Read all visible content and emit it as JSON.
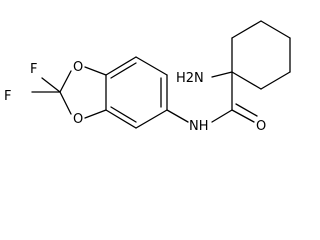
{
  "molecule": {
    "atoms": {
      "amine": "H2N",
      "amide_nitrogen": "NH",
      "carbonyl_oxygen": "O",
      "ring_oxygen_top": "O",
      "ring_oxygen_bottom": "O",
      "fluorine_top": "F",
      "fluorine_bottom": "F"
    }
  }
}
